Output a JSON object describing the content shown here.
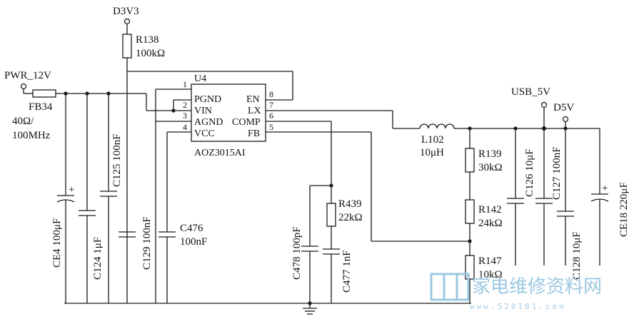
{
  "nets": {
    "d3v3": "D3V3",
    "pwr12v": "PWR_12V",
    "usb5v": "USB_5V",
    "d5v": "D5V"
  },
  "ic": {
    "ref": "U4",
    "part": "AOZ3015AI",
    "pins": [
      {
        "num": "1",
        "name": "PGND"
      },
      {
        "num": "2",
        "name": "VIN"
      },
      {
        "num": "3",
        "name": "AGND"
      },
      {
        "num": "4",
        "name": "VCC"
      },
      {
        "num": "8",
        "name": "EN"
      },
      {
        "num": "7",
        "name": "LX"
      },
      {
        "num": "6",
        "name": "COMP"
      },
      {
        "num": "5",
        "name": "FB"
      }
    ]
  },
  "components": {
    "r138": {
      "ref": "R138",
      "value": "100kΩ"
    },
    "fb34": {
      "ref": "FB34",
      "value1": "40Ω/",
      "value2": "100MHz"
    },
    "ce4": {
      "label": "CE4 100μF"
    },
    "c124": {
      "label": "C124 1μF"
    },
    "c125": {
      "label": "C125 100nF"
    },
    "c129": {
      "label": "C129 100nF"
    },
    "c476": {
      "ref": "C476",
      "value": "100nF"
    },
    "c478": {
      "label": "C478 100pF"
    },
    "r439": {
      "ref": "R439",
      "value": "22kΩ"
    },
    "c477": {
      "label": "C477 1nF"
    },
    "l102": {
      "ref": "L102",
      "value": "10μH"
    },
    "r139": {
      "ref": "R139",
      "value": "30kΩ"
    },
    "r142": {
      "ref": "R142",
      "value": "24kΩ"
    },
    "r147": {
      "ref": "R147",
      "value": "10kΩ"
    },
    "c126": {
      "label": "C126 10μF"
    },
    "c127": {
      "label": "C127 100nF"
    },
    "c128": {
      "label": "C128 10μF"
    },
    "ce18": {
      "label": "CE18 220μF"
    },
    "ce4_plus": "+",
    "ce18_plus": "+"
  },
  "watermark": {
    "text": "家电维修资料网",
    "url": "www.520101.com"
  }
}
